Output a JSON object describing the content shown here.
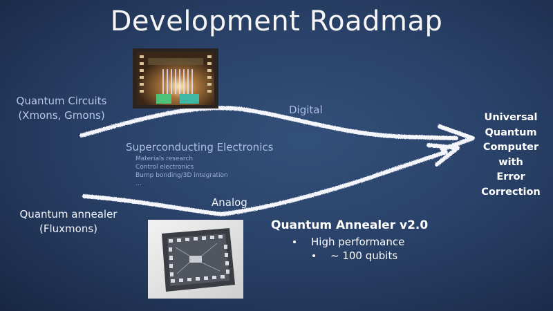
{
  "slide": {
    "title": "Development Roadmap",
    "left_labels": {
      "circuits_line1": "Quantum Circuits",
      "circuits_line2": "(Xmons, Gmons)",
      "annealer_line1": "Quantum annealer",
      "annealer_line2": "(Fluxmons)"
    },
    "paths": {
      "digital": "Digital",
      "analog": "Analog"
    },
    "electronics": {
      "heading": "Superconducting Electronics",
      "items": [
        "Materials research",
        "Control electronics",
        "Bump bonding/3D integration",
        "…"
      ]
    },
    "goal": {
      "lines": [
        "Universal",
        "Quantum",
        "Computer with",
        "Error",
        "Correction"
      ]
    },
    "annealer_v2": {
      "title": "Quantum Annealer v2.0",
      "bullets": [
        "High performance",
        "~ 100 qubits"
      ]
    },
    "images": {
      "top": "qubit-chip-photo",
      "bottom": "annealer-chip-photo"
    },
    "colors": {
      "background": "#2a4269",
      "chalk": "#f4f6fb",
      "muted_text": "#aebde0"
    }
  }
}
